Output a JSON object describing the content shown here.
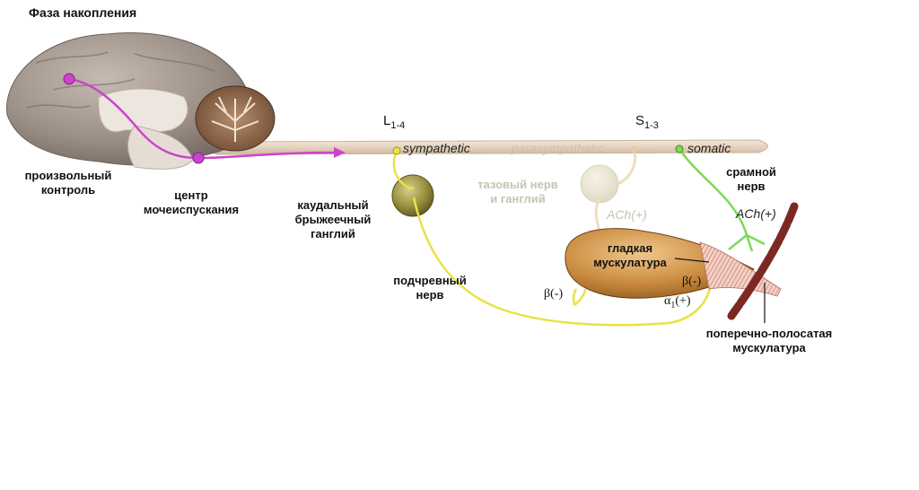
{
  "title": "Фаза накопления",
  "labels": {
    "voluntary_control": [
      "произвольный",
      "контроль"
    ],
    "micturition_center": [
      "центр",
      "мочеиспускания"
    ],
    "caudal_ganglion": [
      "каудальный",
      "брыжеечный",
      "ганглий"
    ],
    "hypogastric_nerve": [
      "подчревный",
      "нерв"
    ],
    "pelvic_nerve": [
      "тазовый нерв",
      "и ганглий"
    ],
    "pudendal_nerve": [
      "срамной",
      "нерв"
    ],
    "smooth_muscle": [
      "гладкая",
      "мускулатура"
    ],
    "striated_muscle": [
      "поперечно-полосатая",
      "мускулатура"
    ],
    "sympathetic": "sympathetic",
    "parasympathetic": "parasympathetic",
    "somatic": "somatic",
    "segment_lumbar": "L",
    "segment_lumbar_sub": "1-4",
    "segment_sacral": "S",
    "segment_sacral_sub": "1-3",
    "ach_faded": "ACh(+)",
    "ach_somatic": "ACh(+)",
    "beta_left": "β(-)",
    "beta_right": "β(-)",
    "alpha_prefix": "α",
    "alpha_sub": "1",
    "alpha_suffix": "(+)"
  },
  "colors": {
    "voluntary_pathway": "#cc44cc",
    "sympathetic": "#e8e245",
    "somatic": "#7ed957",
    "parasympathetic_faded": "#e6cfa6",
    "spinal_cord": "#e7d6c3",
    "bladder": "#c98a3e",
    "striated_muscle": "#7a2a22",
    "brain": "#a69a90"
  }
}
